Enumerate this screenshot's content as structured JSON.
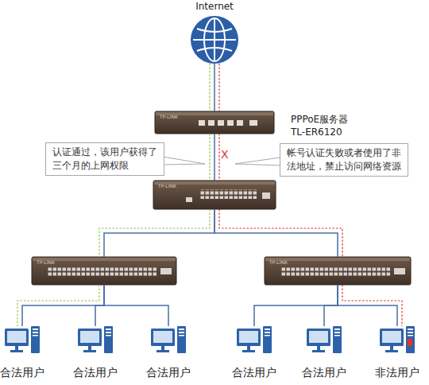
{
  "diagram": {
    "nodes": [
      {
        "text": [
          "Internet"
        ]
      },
      {
        "text": [
          "TP-LINK",
          "PPPoE服务器 TL-ER6120"
        ]
      },
      {
        "text": [
          "认证通过，该用户获得了三个月的上网权限"
        ]
      },
      {
        "text": [
          "帐号认证失败或者使用了非法地址，禁止访问网络资源"
        ]
      },
      {
        "text": [
          "TP-LINK"
        ]
      },
      {
        "text": [
          "TP-LINK"
        ]
      },
      {
        "text": [
          "TP-LINK"
        ]
      },
      {
        "text": [
          "合法用户"
        ]
      },
      {
        "text": [
          "合法用户"
        ]
      },
      {
        "text": [
          "合法用户"
        ]
      },
      {
        "text": [
          "合法用户"
        ]
      },
      {
        "text": [
          "合法用户"
        ]
      },
      {
        "text": [
          "非法用户"
        ]
      }
    ],
    "edges": [
      {
        "from": 0,
        "to": 1,
        "arrow": "none"
      },
      {
        "from": 1,
        "to": 4,
        "arrow": "none"
      },
      {
        "from": 4,
        "to": 5,
        "arrow": "none"
      },
      {
        "from": 4,
        "to": 6,
        "arrow": "none"
      },
      {
        "from": 5,
        "to": 7,
        "arrow": "none"
      },
      {
        "from": 5,
        "to": 8,
        "arrow": "none"
      },
      {
        "from": 5,
        "to": 9,
        "arrow": "none"
      },
      {
        "from": 6,
        "to": 10,
        "arrow": "none"
      },
      {
        "from": 6,
        "to": 11,
        "arrow": "none"
      },
      {
        "from": 6,
        "to": 12,
        "arrow": "none"
      }
    ],
    "labels": [
      "X"
    ]
  }
}
